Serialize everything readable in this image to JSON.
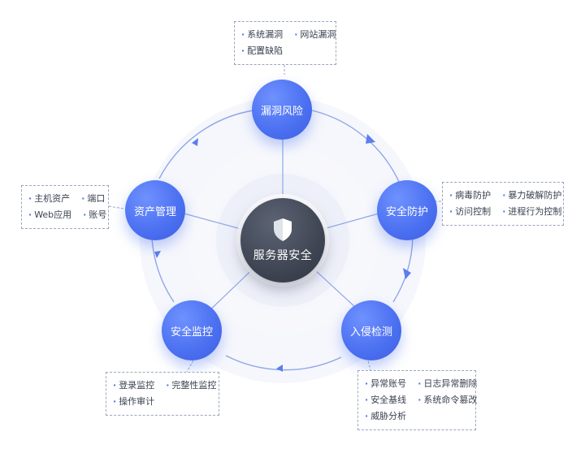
{
  "center": {
    "label": "服务器安全",
    "icon": "shield-icon"
  },
  "colors": {
    "node": "#4a6ff0",
    "center": "#3b414e",
    "ring": "#8fa6e8",
    "callout_border": "#9aa6bd"
  },
  "nodes": [
    {
      "id": "vuln",
      "label": "漏洞风险",
      "items": [
        [
          "系统漏洞",
          "网站漏洞"
        ],
        [
          "配置缺陷"
        ]
      ]
    },
    {
      "id": "protect",
      "label": "安全防护",
      "items": [
        [
          "病毒防护",
          "暴力破解防护"
        ],
        [
          "访问控制",
          "进程行为控制"
        ]
      ]
    },
    {
      "id": "intrusion",
      "label": "入侵检测",
      "items": [
        [
          "异常账号",
          "日志异常删除"
        ],
        [
          "安全基线",
          "系统命令篡改"
        ],
        [
          "威胁分析"
        ]
      ]
    },
    {
      "id": "monitor",
      "label": "安全监控",
      "items": [
        [
          "登录监控",
          "完整性监控"
        ],
        [
          "操作审计"
        ]
      ]
    },
    {
      "id": "asset",
      "label": "资产管理",
      "items": [
        [
          "主机资产",
          "端口"
        ],
        [
          "Web应用",
          "账号"
        ]
      ]
    }
  ]
}
